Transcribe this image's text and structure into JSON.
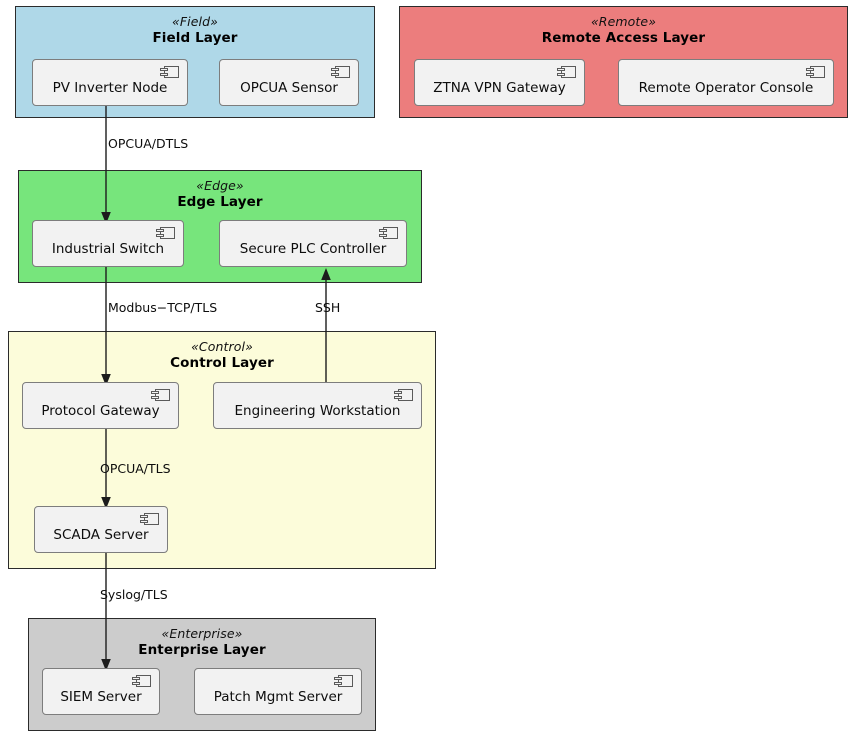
{
  "diagram": {
    "kind": "uml-component-deployment-diagram",
    "background": "#ffffff"
  },
  "layers": [
    {
      "id": "field",
      "stereotype": "«Field»",
      "title": "Field Layer",
      "fill": "#AFD8E8",
      "border": "#2b2b2b",
      "components": [
        {
          "id": "pv-inverter-node",
          "label": "PV Inverter Node",
          "icon": "uml-component-icon"
        },
        {
          "id": "opcua-sensor",
          "label": "OPCUA Sensor",
          "icon": "uml-component-icon"
        }
      ]
    },
    {
      "id": "remote",
      "stereotype": "«Remote»",
      "title": "Remote Access Layer",
      "fill": "#EC7D7D",
      "border": "#2b2b2b",
      "components": [
        {
          "id": "ztna-vpn-gateway",
          "label": "ZTNA VPN Gateway",
          "icon": "uml-component-icon"
        },
        {
          "id": "remote-operator-console",
          "label": "Remote Operator Console",
          "icon": "uml-component-icon"
        }
      ]
    },
    {
      "id": "edge",
      "stereotype": "«Edge»",
      "title": "Edge Layer",
      "fill": "#77E57C",
      "border": "#2b2b2b",
      "components": [
        {
          "id": "industrial-switch",
          "label": "Industrial Switch",
          "icon": "uml-component-icon"
        },
        {
          "id": "secure-plc-controller",
          "label": "Secure PLC Controller",
          "icon": "uml-component-icon"
        }
      ]
    },
    {
      "id": "control",
      "stereotype": "«Control»",
      "title": "Control Layer",
      "fill": "#FCFCDA",
      "border": "#2b2b2b",
      "components": [
        {
          "id": "protocol-gateway",
          "label": "Protocol Gateway",
          "icon": "uml-component-icon"
        },
        {
          "id": "engineering-workstation",
          "label": "Engineering Workstation",
          "icon": "uml-component-icon"
        },
        {
          "id": "scada-server",
          "label": "SCADA Server",
          "icon": "uml-component-icon"
        }
      ]
    },
    {
      "id": "enterprise",
      "stereotype": "«Enterprise»",
      "title": "Enterprise Layer",
      "fill": "#CCCCCC",
      "border": "#2b2b2b",
      "components": [
        {
          "id": "siem-server",
          "label": "SIEM Server",
          "icon": "uml-component-icon"
        },
        {
          "id": "patch-mgmt-server",
          "label": "Patch Mgmt Server",
          "icon": "uml-component-icon"
        }
      ]
    }
  ],
  "connections": [
    {
      "id": "pv-to-switch",
      "from": "pv-inverter-node",
      "to": "industrial-switch",
      "label": "OPCUA/DTLS",
      "direction": "down"
    },
    {
      "id": "switch-to-gateway",
      "from": "industrial-switch",
      "to": "protocol-gateway",
      "label": "Modbus−TCP/TLS",
      "direction": "down"
    },
    {
      "id": "ews-to-plc",
      "from": "engineering-workstation",
      "to": "secure-plc-controller",
      "label": "SSH",
      "direction": "up"
    },
    {
      "id": "gateway-to-scada",
      "from": "protocol-gateway",
      "to": "scada-server",
      "label": "OPCUA/TLS",
      "direction": "down"
    },
    {
      "id": "scada-to-siem",
      "from": "scada-server",
      "to": "siem-server",
      "label": "Syslog/TLS",
      "direction": "down"
    }
  ]
}
